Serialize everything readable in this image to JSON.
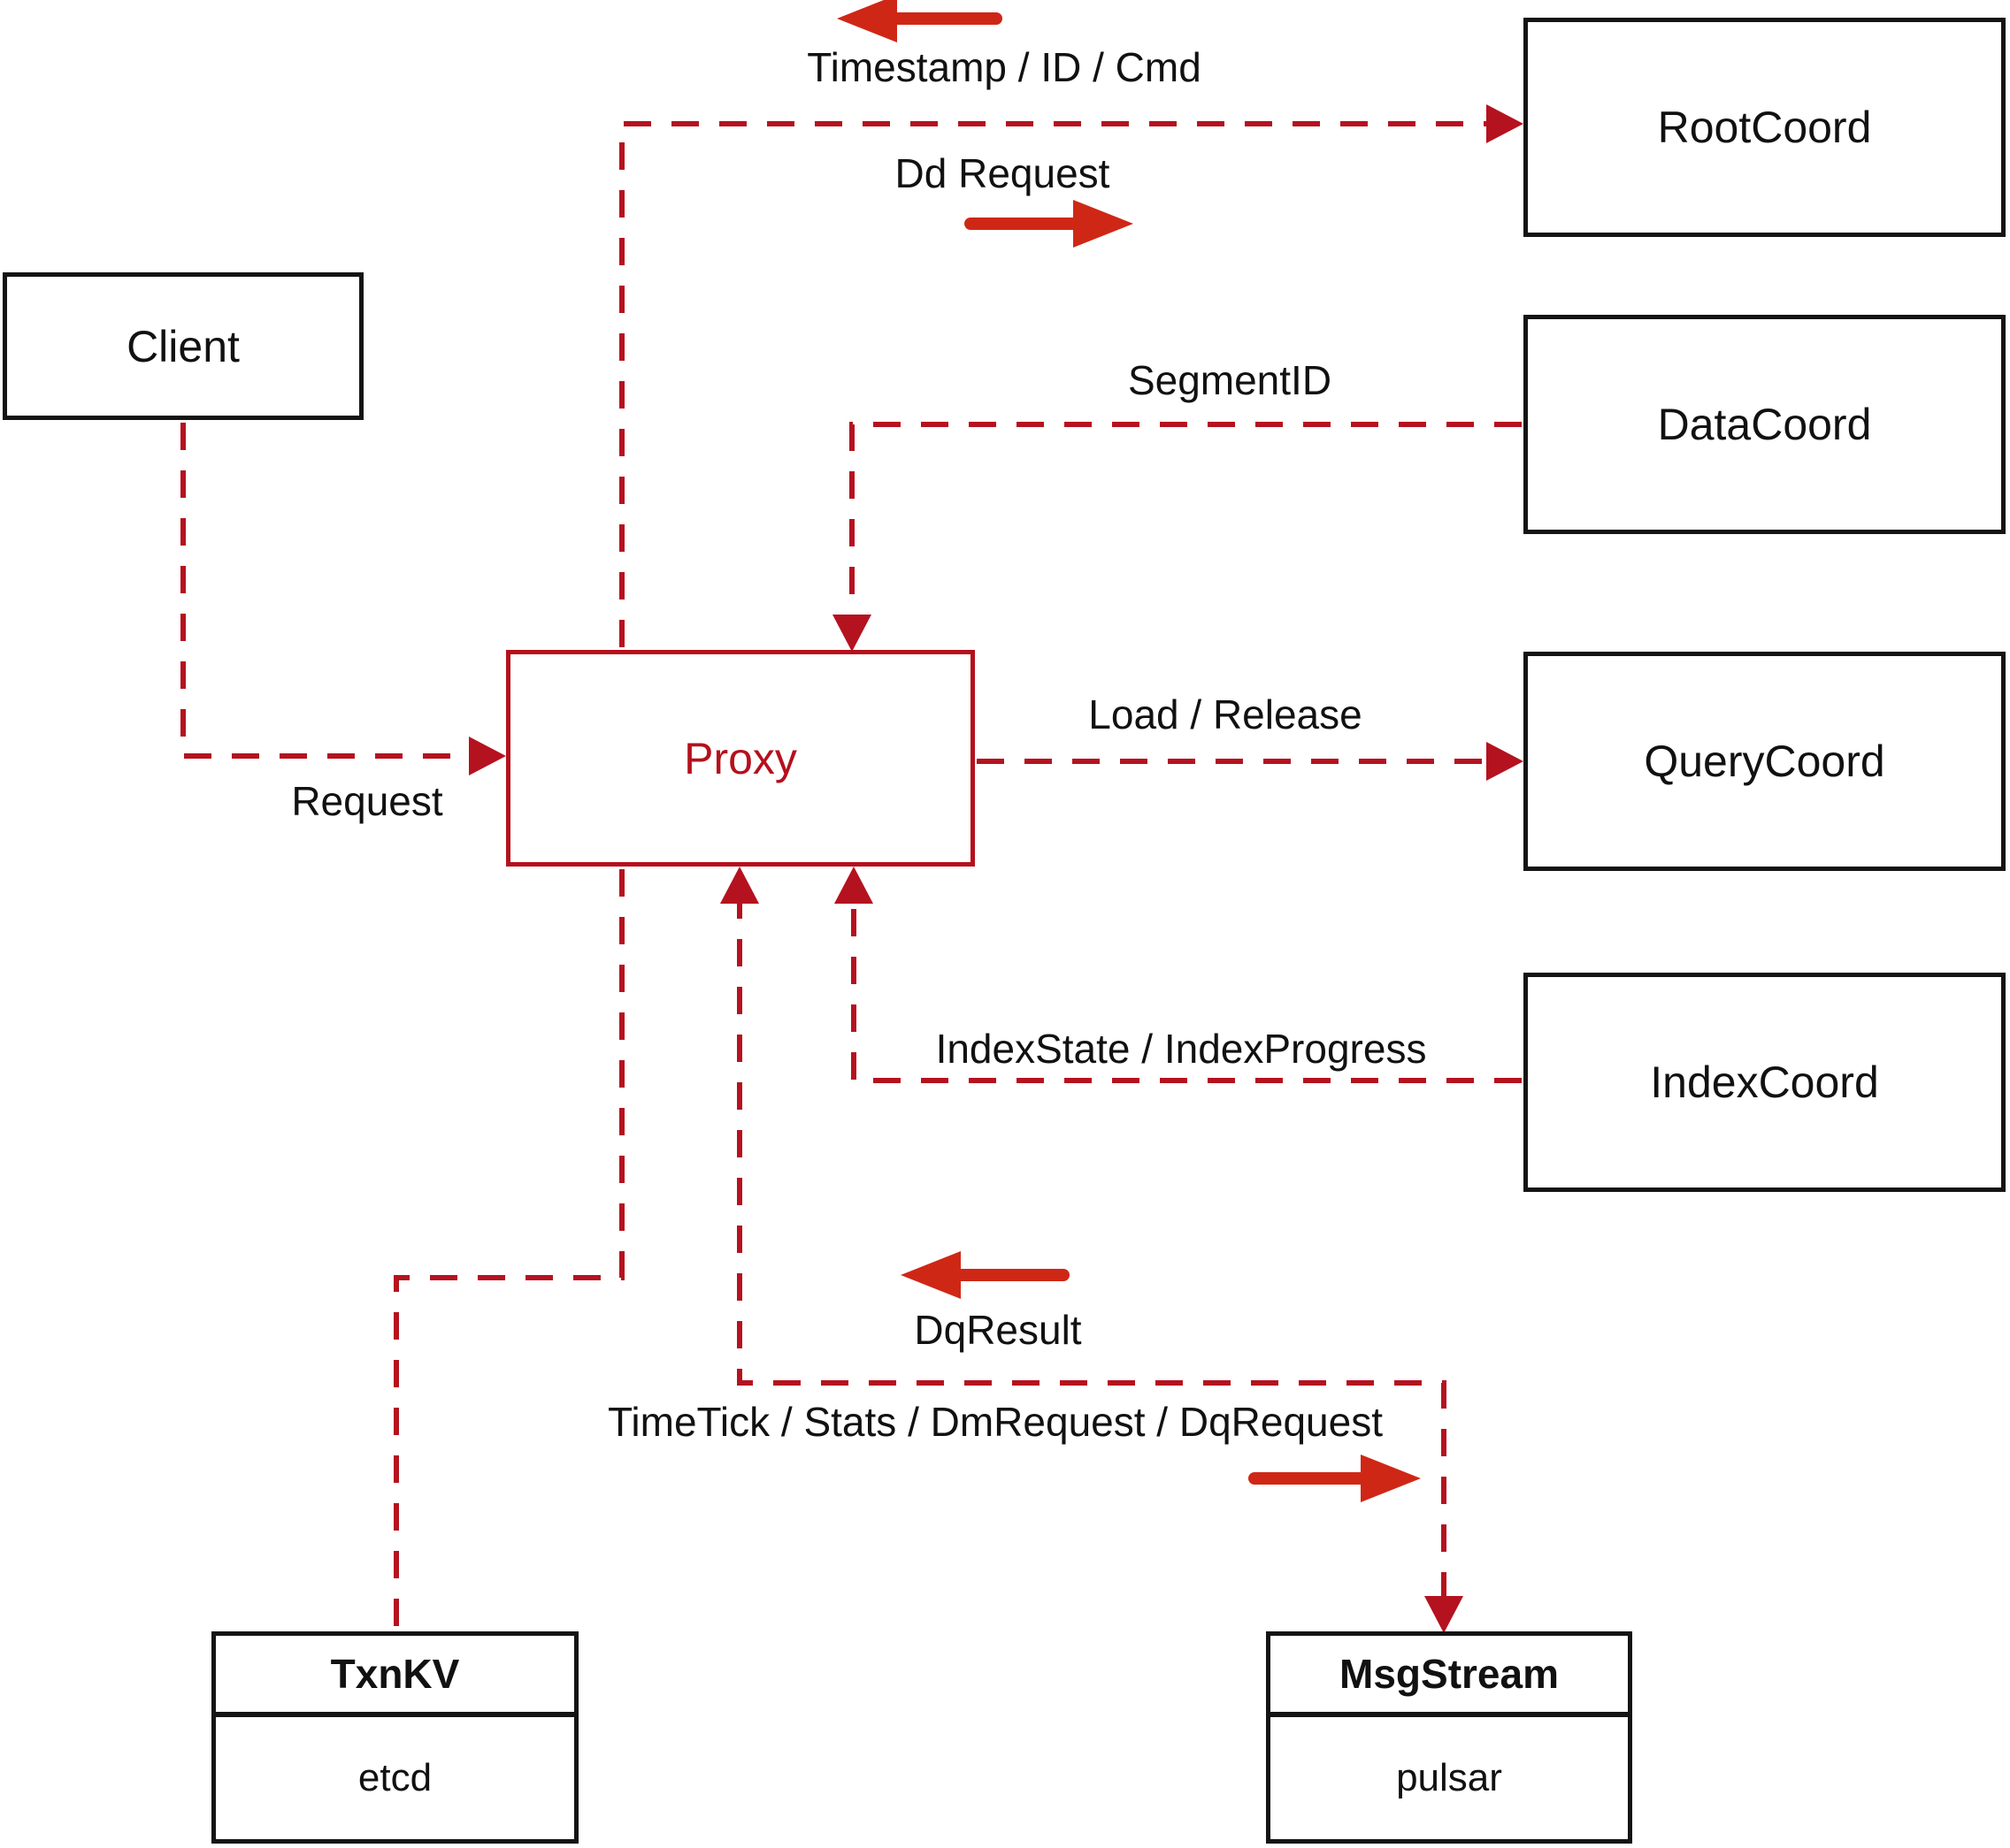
{
  "diagram": {
    "title": "proxy-architecture-diagram",
    "nodes": {
      "client": {
        "label": "Client"
      },
      "proxy": {
        "label": "Proxy"
      },
      "root_coord": {
        "label": "RootCoord"
      },
      "data_coord": {
        "label": "DataCoord"
      },
      "query_coord": {
        "label": "QueryCoord"
      },
      "index_coord": {
        "label": "IndexCoord"
      },
      "txn_kv": {
        "title": "TxnKV",
        "impl": "etcd"
      },
      "msg_stream": {
        "title": "MsgStream",
        "impl": "pulsar"
      }
    },
    "edge_labels": {
      "timestamp_id_cmd": "Timestamp / ID / Cmd",
      "dd_request": "Dd Request",
      "segment_id": "SegmentID",
      "load_release": "Load / Release",
      "index_state": "IndexState / IndexProgress",
      "request": "Request",
      "dq_result": "DqResult",
      "timetick": "TimeTick / Stats / DmRequest / DqRequest"
    },
    "colors": {
      "connector": "#b5121f",
      "direction_arrow": "#cf2716",
      "box_border": "#141414",
      "proxy_accent": "#b5101d"
    }
  }
}
